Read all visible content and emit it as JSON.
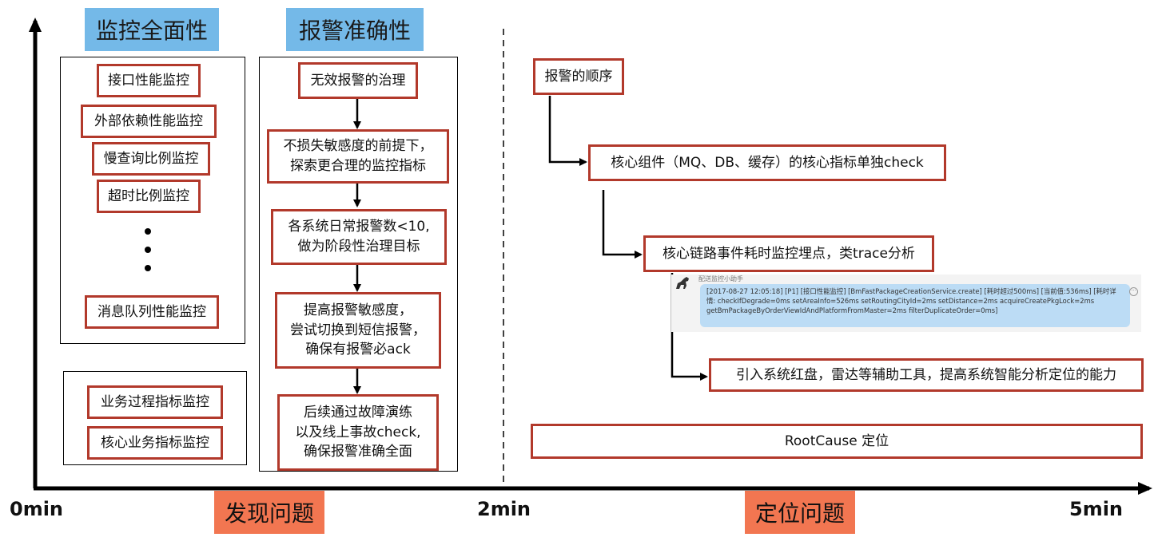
{
  "headers": {
    "left": "监控全面性",
    "middle": "报警准确性"
  },
  "monitor_items": [
    "接口性能监控",
    "外部依赖性能监控",
    "慢查询比例监控",
    "超时比例监控"
  ],
  "monitor_last": "消息队列性能监控",
  "business_items": [
    "业务过程指标监控",
    "核心业务指标监控"
  ],
  "alarm_steps": [
    "无效报警的治理",
    "不损失敏感度的前提下，\n探索更合理的监控指标",
    "各系统日常报警数<10,\n做为阶段性治理目标",
    "提高报警敏感度，\n尝试切换到短信报警，\n确保有报警必ack",
    "后续通过故障演练\n以及线上事故check,\n确保报警准确全面"
  ],
  "locate_steps": [
    "报警的顺序",
    "核心组件（MQ、DB、缓存）的核心指标单独check",
    "核心链路事件耗时监控埋点，类trace分析",
    "引入系统红盘，雷达等辅助工具，提高系统智能分析定位的能力"
  ],
  "rootcause": "RootCause 定位",
  "chat": {
    "sender": "配送监控小助手",
    "message": "[2017-08-27 12:05:18] [P1] [接口性能监控] [BmFastPackageCreationService.create] [耗时超过500ms] [当前值:536ms] [耗时详情: checkIfDegrade=0ms setAreaInfo=526ms setRoutingCityId=2ms setDistance=2ms acquireCreatePkgLock=2ms getBmPackageByOrderViewIdAndPlatformFromMaster=2ms filterDuplicateOrder=0ms]",
    "avatar_icon": "horse-icon",
    "more_icon": "more-icon"
  },
  "axis": {
    "start": "0min",
    "mid": "2min",
    "end": "5min"
  },
  "phases": {
    "discover": "发现问题",
    "locate": "定位问题"
  },
  "colors": {
    "header_bg": "#74b9e8",
    "border_red": "#b2392b",
    "phase_bg": "#f27651"
  }
}
